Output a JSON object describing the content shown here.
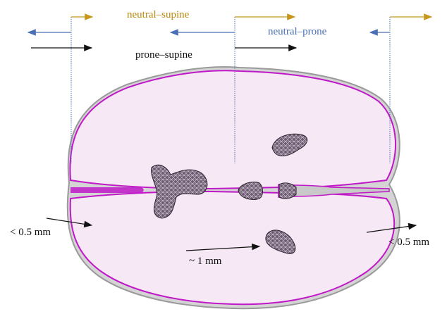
{
  "legend": {
    "neutral_supine": "neutral–supine",
    "neutral_prone": "neutral–prone",
    "prone_supine": "prone–supine"
  },
  "annotations": {
    "left_gap": "< 0.5 mm",
    "right_gap": "< 0.5 mm",
    "center_gap": "~ 1 mm"
  },
  "colors": {
    "neutral_supine": "#c8961a",
    "neutral_prone": "#4a6fb5",
    "prone_supine": "#111111",
    "tissue_fill": "#f6e8f4",
    "tissue_edge": "#8a8a8a",
    "mesh_magenta": "#c018c8",
    "ventricle_fill": "#7a6a7a"
  }
}
